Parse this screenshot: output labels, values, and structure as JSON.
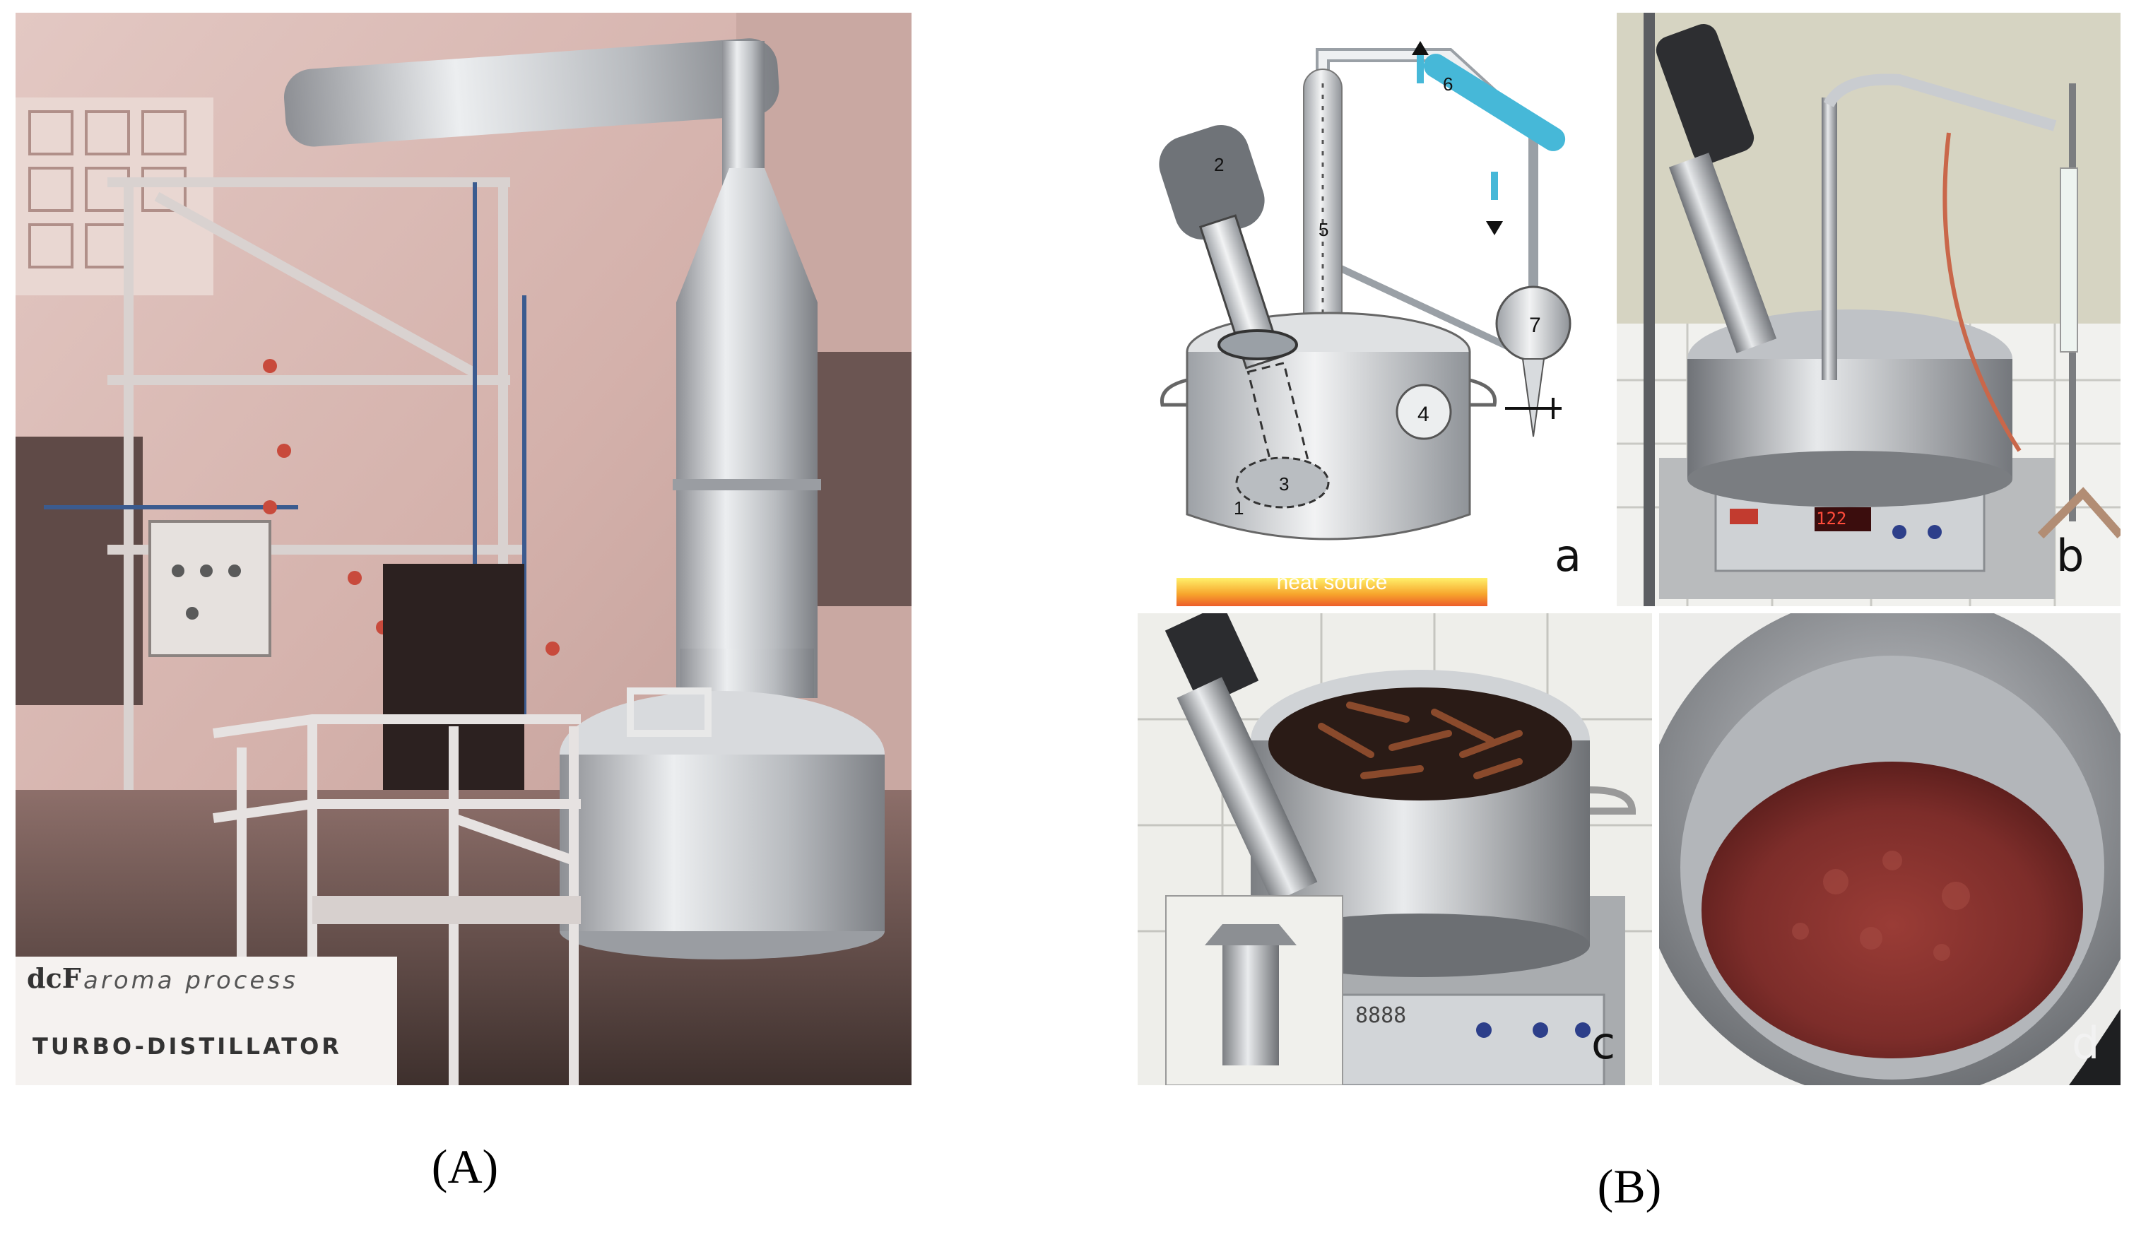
{
  "figure": {
    "caption_a": "(A)",
    "caption_b": "(B)"
  },
  "panel_a": {
    "logo": "dcF",
    "logo_subtitle": "aroma process",
    "sign_label": "TURBO-DISTILLATOR"
  },
  "panel_b": {
    "diagram": {
      "letter": "a",
      "parts": [
        "1",
        "2",
        "3",
        "4",
        "5",
        "6",
        "7"
      ],
      "heat_label": "heat source"
    },
    "photo_b_letter": "b",
    "photo_c_letter": "c",
    "photo_d_letter": "d",
    "display_b": "122",
    "display_c": "8888"
  },
  "colors": {
    "sepia_bg": "#d7b7b2",
    "steel": "#bfc3c6",
    "condenser_blue": "#46b8d8",
    "heat_orange": "#f39a2a",
    "puree_red": "#8a3430"
  }
}
